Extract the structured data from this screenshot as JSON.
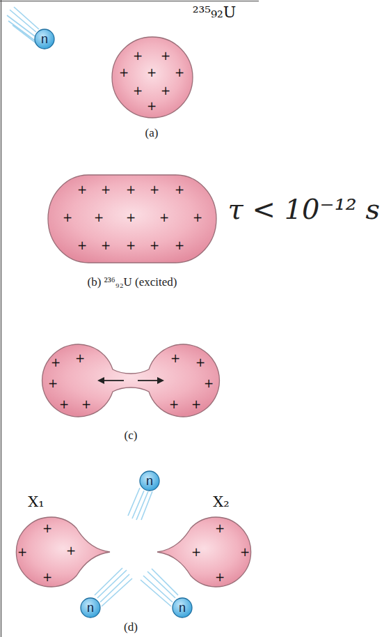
{
  "diagram": {
    "nodes": [
      {
        "text": [
          "n"
        ]
      },
      {
        "text": [
          "²³⁵₉₂U",
          "+",
          "+",
          "+",
          "+",
          "+",
          "+",
          "+",
          "+"
        ]
      },
      {
        "text": [
          "+",
          "+",
          "+",
          "+",
          "+",
          "+",
          "+",
          "+",
          "+",
          "+",
          "+",
          "+",
          "+",
          "+",
          "+"
        ]
      },
      {
        "text": [
          "+",
          "+",
          "+",
          "+",
          "+",
          "+",
          "+",
          "+",
          "+",
          "+"
        ]
      },
      {
        "text": [
          "X₁",
          "+",
          "+",
          "+",
          "+"
        ]
      },
      {
        "text": [
          "n"
        ]
      },
      {
        "text": [
          "X₂",
          "+",
          "+",
          "+",
          "+"
        ]
      },
      {
        "text": [
          "n"
        ]
      },
      {
        "text": [
          "n"
        ]
      }
    ],
    "labels": [
      "(a)",
      "(b) ²³⁶₉₂U (excited)",
      "τ < 10⁻¹² s",
      "(c)",
      "(d)"
    ]
  }
}
